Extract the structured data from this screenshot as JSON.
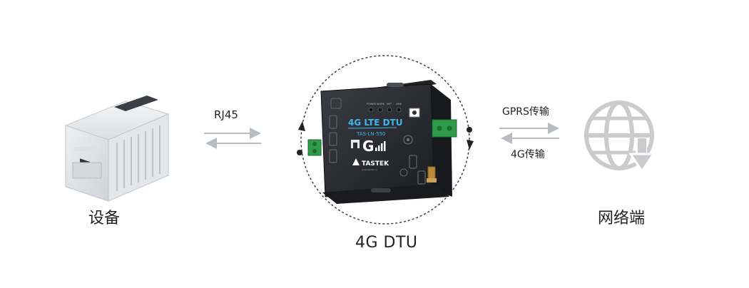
{
  "labels": {
    "device": "设备",
    "dtu": "4G DTU",
    "network": "网络端",
    "rj45": "RJ45",
    "gprs": "GPRS传输",
    "lte": "4G传输"
  },
  "dtu_panel": {
    "title": "4G LTE DTU",
    "model": "TAS-LN-550",
    "brand": "TASTEK",
    "logo_letter": "G",
    "leds": [
      "POWER",
      "WORK",
      "NET",
      "LINK"
    ],
    "website": "www.tastek.cn"
  },
  "icons": {
    "plc": "plc-device-icon",
    "globe": "globe-download-icon",
    "arrows": "bidirectional-arrow-icon"
  },
  "colors": {
    "dtu_body": "#2b2d33",
    "dtu_title": "#3fb6e8",
    "terminal_green": "#2e9b4a",
    "globe_gray": "#c9cbcd",
    "arrow_gray": "#b8bcc0",
    "orbit_dash": "#333333"
  }
}
